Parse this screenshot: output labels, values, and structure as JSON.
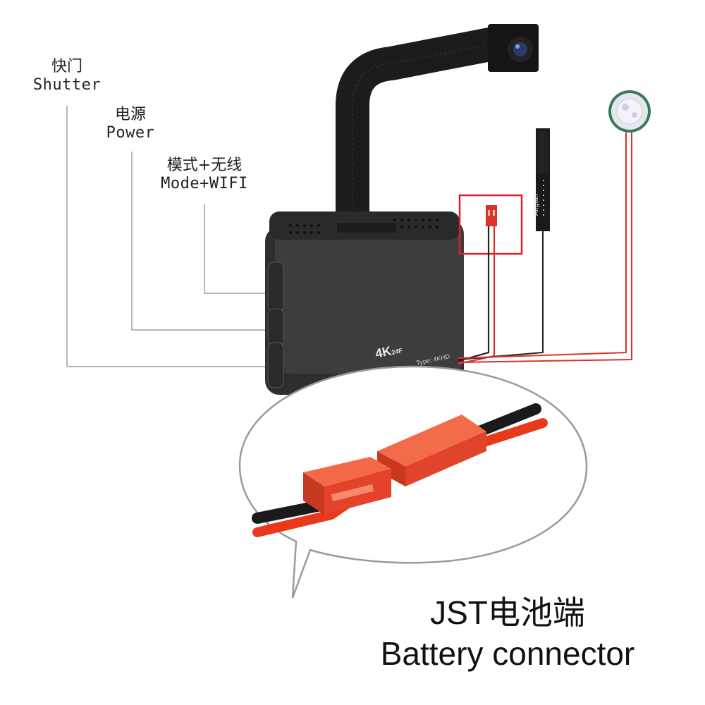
{
  "labels": {
    "shutter": {
      "cn": "快门",
      "en": "Shutter"
    },
    "power": {
      "cn": "电源",
      "en": "Power"
    },
    "mode": {
      "cn": "模式+无线",
      "en": "Mode+WIFI"
    }
  },
  "device": {
    "badge": "4K",
    "badge_sup": "24F",
    "model_text": "Type: 4KHD"
  },
  "antenna_text": "Airgain",
  "caption": {
    "line1": "JST电池端",
    "line2": "Battery connector"
  },
  "colors": {
    "device_body": "#3a3a3c",
    "wire_red": "#e0302a",
    "connector_red": "#f0553a",
    "highlight_box": "#d8202a",
    "callout_line": "#888888"
  },
  "icons": [
    "camera-lens-icon",
    "pir-sensor-icon",
    "wifi-antenna-icon",
    "jst-connector-icon"
  ]
}
